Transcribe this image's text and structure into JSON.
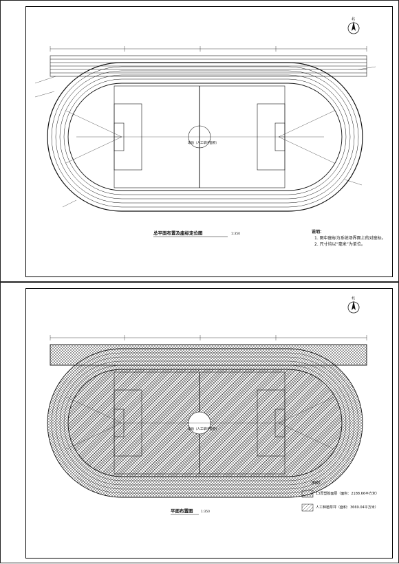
{
  "plan1": {
    "title": "总平面布置及座标定位图",
    "scale": "1:350",
    "field_label": "球场（人工草坪面积）",
    "notes_heading": "说明：",
    "notes": [
      "1. 图中座标为系统场界面上的对座标。",
      "2. 尺寸均以“毫米”为单位。"
    ]
  },
  "plan2": {
    "title": "平面布置图",
    "scale": "1:350",
    "field_label": "球场（人工草坪面积）",
    "legend_heading": "图例：",
    "legend": [
      {
        "label": "13厚塑胶面层（面积：2188.66平方米）",
        "pattern": "cross"
      },
      {
        "label": "人工种植草坪（面积：3669.04平方米）",
        "pattern": "diag"
      }
    ]
  },
  "north_label": "北",
  "colors": {
    "line": "#111111",
    "paper": "#ffffff"
  }
}
